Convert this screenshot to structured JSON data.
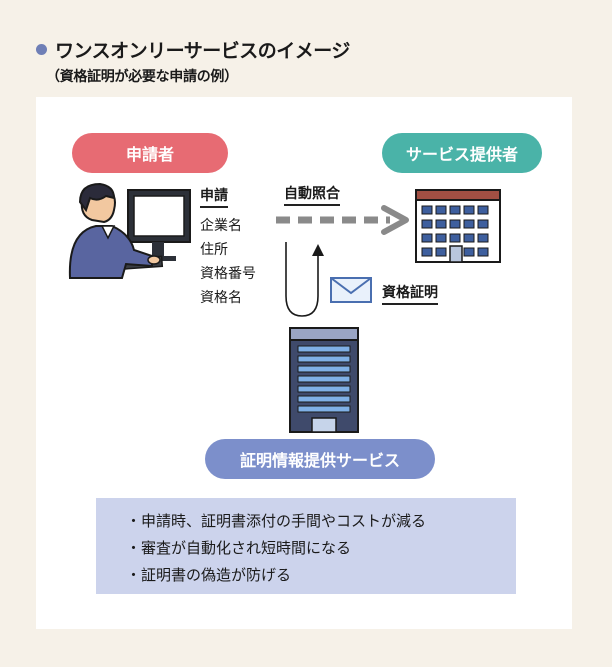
{
  "title": "ワンスオンリーサービスのイメージ",
  "subtitle": "（資格証明が必要な申請の例）",
  "actors": {
    "applicant": "申請者",
    "provider": "サービス提供者",
    "cert_service": "証明情報提供サービス"
  },
  "application": {
    "heading": "申請",
    "fields": [
      "企業名",
      "住所",
      "資格番号",
      "資格名"
    ]
  },
  "flows": {
    "auto_check": "自動照合",
    "certificate": "資格証明"
  },
  "benefits": [
    "・申請時、証明書添付の手間やコストが減る",
    "・審査が自動化され短時間になる",
    "・証明書の偽造が防げる"
  ],
  "colors": {
    "applicant": "#e76b73",
    "provider": "#4ab3a8",
    "cert_service": "#7c8fcb",
    "benefit_box": "#ccd3ec",
    "building_provider": "#a14f43",
    "building_service": "#3f4a6b"
  }
}
